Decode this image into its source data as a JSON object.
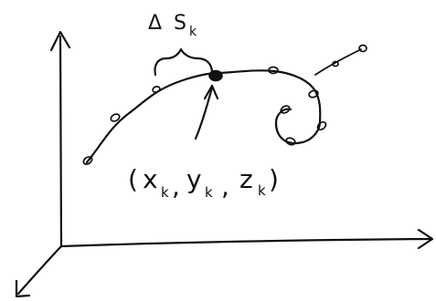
{
  "labels": {
    "delta_symbol": "Δ",
    "delta_var": "S",
    "delta_sub": "k",
    "coord_open": "(",
    "coord_x": "x",
    "coord_x_sub": "k",
    "coord_sep1": ",",
    "coord_y": "y",
    "coord_y_sub": "k",
    "coord_sep2": ",",
    "coord_z": "z",
    "coord_z_sub": "k",
    "coord_close": ")"
  },
  "colors": {
    "ink": "#111111",
    "background": "#ffffff"
  }
}
